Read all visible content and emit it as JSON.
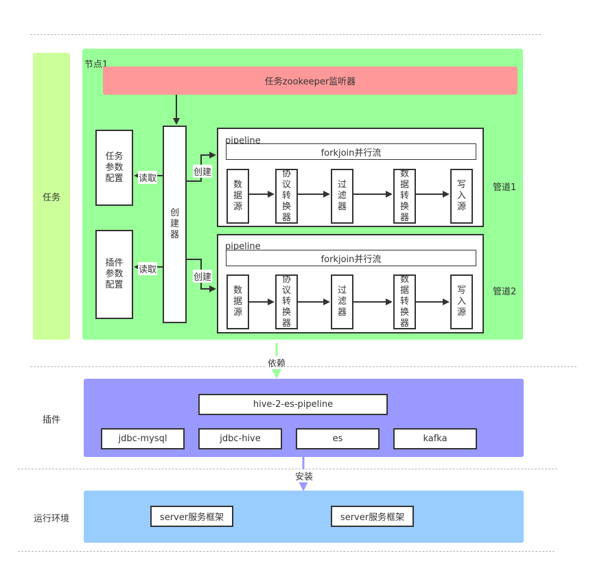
{
  "layers": {
    "task": "任务",
    "plugin": "插件",
    "runtime": "运行环境"
  },
  "node": {
    "title": "节点1",
    "zk_listener": "任务zookeeper监听器",
    "task_config": "任务\n参数\n配置",
    "plugin_config": "插件\n参数\n配置",
    "creator": "创\n建\n器",
    "read_label": "读取",
    "create_label": "创建"
  },
  "pipelines": [
    {
      "title": "pipeline",
      "flow": "forkjoin并行流",
      "stages": [
        "数\n据\n源",
        "协\n议\n转\n换\n器",
        "过\n滤\n器",
        "数\n据\n转\n换\n器",
        "写\n入\n源"
      ],
      "side_label": "管道1"
    },
    {
      "title": "pipeline",
      "flow": "forkjoin并行流",
      "stages": [
        "数\n据\n源",
        "协\n议\n转\n换\n器",
        "过\n滤\n器",
        "数\n据\n转\n换\n器",
        "写\n入\n源"
      ],
      "side_label": "管道2"
    }
  ],
  "depends_label": "依赖",
  "plugins": {
    "main": "hive-2-es-pipeline",
    "items": [
      "jdbc-mysql",
      "jdbc-hive",
      "es",
      "kafka"
    ]
  },
  "install_label": "安装",
  "runtime": {
    "items": [
      "server服务框架",
      "server服务框架"
    ]
  },
  "colors": {
    "task_lane": "#ccff99",
    "node_bg": "#99ff99",
    "listener": "#ff9999",
    "plugin_lane": "#9999ff",
    "runtime_lane": "#99ccff",
    "border": "#333333",
    "dash": "#b3b3b3"
  }
}
